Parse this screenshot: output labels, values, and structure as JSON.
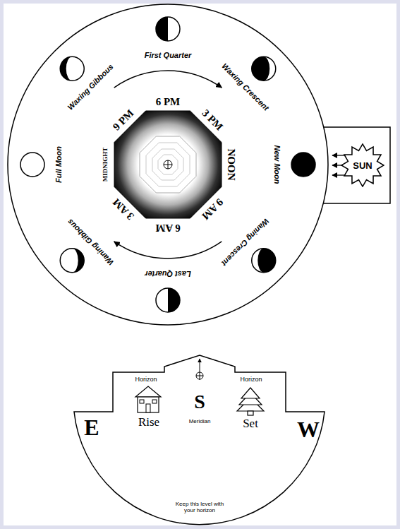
{
  "diagram": {
    "nodes": [
      {
        "text": [
          "SUN"
        ]
      }
    ],
    "labels": [
      "First Quarter",
      "Waxing Crescent",
      "New Moon",
      "Waning Crescent",
      "Last Quarter",
      "Waning Gibbous",
      "Full Moon",
      "Waxing Gibbous",
      "6 PM",
      "3 PM",
      "NOON",
      "9 AM",
      "6 AM",
      "3 AM",
      "MIDNIGHT",
      "9 PM",
      "Horizon",
      "Horizon",
      "E",
      "Rise",
      "S",
      "Meridian",
      "Set",
      "W",
      "Keep this level with your horizon"
    ]
  }
}
